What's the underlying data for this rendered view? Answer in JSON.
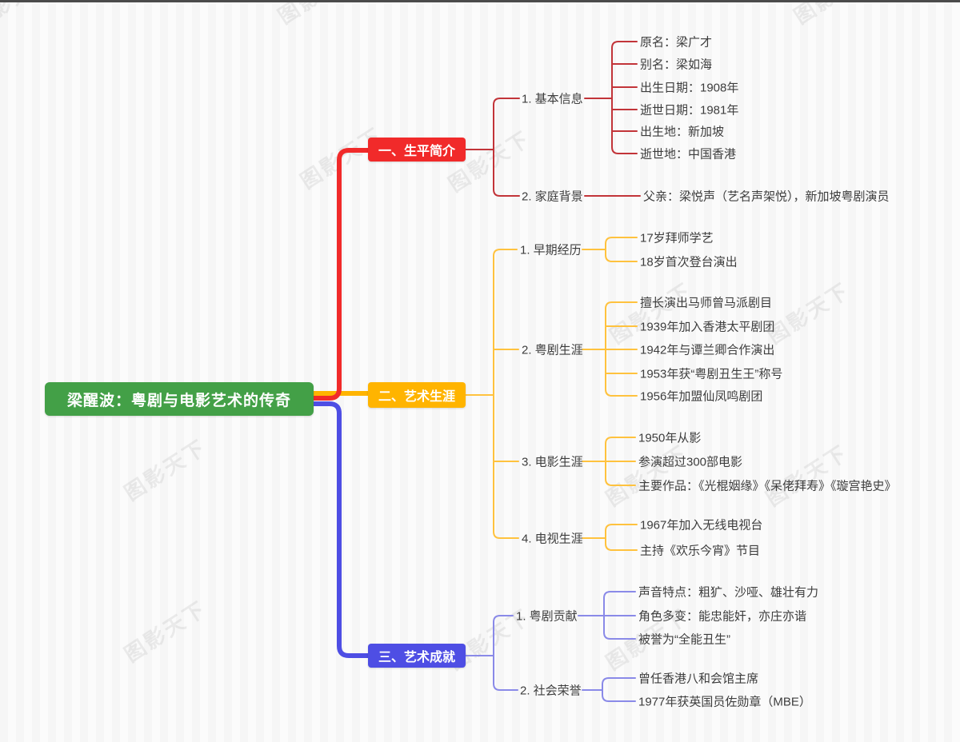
{
  "watermark": {
    "text": "图影天下"
  },
  "colors": {
    "root": "#43A047",
    "branch1": "#F12A2A",
    "branch1_lines": "#C23439",
    "branch2": "#FFB400",
    "branch2_lines": "#FFC23E",
    "branch3": "#4E4EE4",
    "branch3_lines": "#8A8AE8",
    "text": "#3d3d3d"
  },
  "root": {
    "label": "梁醒波：粤剧与电影艺术的传奇"
  },
  "branches": [
    {
      "label": "一、生平简介",
      "children": [
        {
          "label": "1. 基本信息",
          "leaves": [
            "原名：梁广才",
            "别名：梁如海",
            "出生日期：1908年",
            "逝世日期：1981年",
            "出生地：新加坡",
            "逝世地：中国香港"
          ]
        },
        {
          "label": "2. 家庭背景",
          "leaves": [
            "父亲：梁悦声（艺名声架悦），新加坡粤剧演员"
          ]
        }
      ]
    },
    {
      "label": "二、艺术生涯",
      "children": [
        {
          "label": "1. 早期经历",
          "leaves": [
            "17岁拜师学艺",
            "18岁首次登台演出"
          ]
        },
        {
          "label": "2. 粤剧生涯",
          "leaves": [
            "擅长演出马师曾马派剧目",
            "1939年加入香港太平剧团",
            "1942年与谭兰卿合作演出",
            "1953年获“粤剧丑生王”称号",
            "1956年加盟仙凤鸣剧团"
          ]
        },
        {
          "label": "3. 电影生涯",
          "leaves": [
            "1950年从影",
            "参演超过300部电影",
            "主要作品：《光棍姻缘》《呆佬拜寿》《璇宫艳史》"
          ]
        },
        {
          "label": "4. 电视生涯",
          "leaves": [
            "1967年加入无线电视台",
            "主持《欢乐今宵》节目"
          ]
        }
      ]
    },
    {
      "label": "三、艺术成就",
      "children": [
        {
          "label": "1. 粤剧贡献",
          "leaves": [
            "声音特点：粗犷、沙哑、雄壮有力",
            "角色多变：能忠能奸，亦庄亦谐",
            "被誉为“全能丑生”"
          ]
        },
        {
          "label": "2. 社会荣誉",
          "leaves": [
            "曾任香港八和会馆主席",
            "1977年获英国员佐勋章（MBE）"
          ]
        }
      ]
    }
  ]
}
